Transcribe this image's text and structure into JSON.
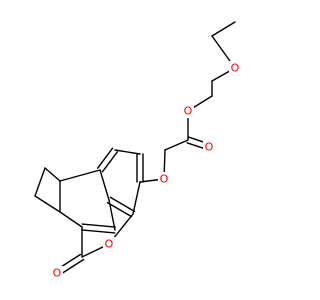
{
  "molecule": {
    "atom_color_oxygen": "#ff0000",
    "bond_color": "#000000",
    "atoms": [
      {
        "id": "O1",
        "symbol": "O"
      },
      {
        "id": "O2",
        "symbol": "O"
      },
      {
        "id": "O3",
        "symbol": "O"
      },
      {
        "id": "O4",
        "symbol": "O"
      },
      {
        "id": "O5",
        "symbol": "O"
      },
      {
        "id": "O6",
        "symbol": "O"
      }
    ]
  }
}
